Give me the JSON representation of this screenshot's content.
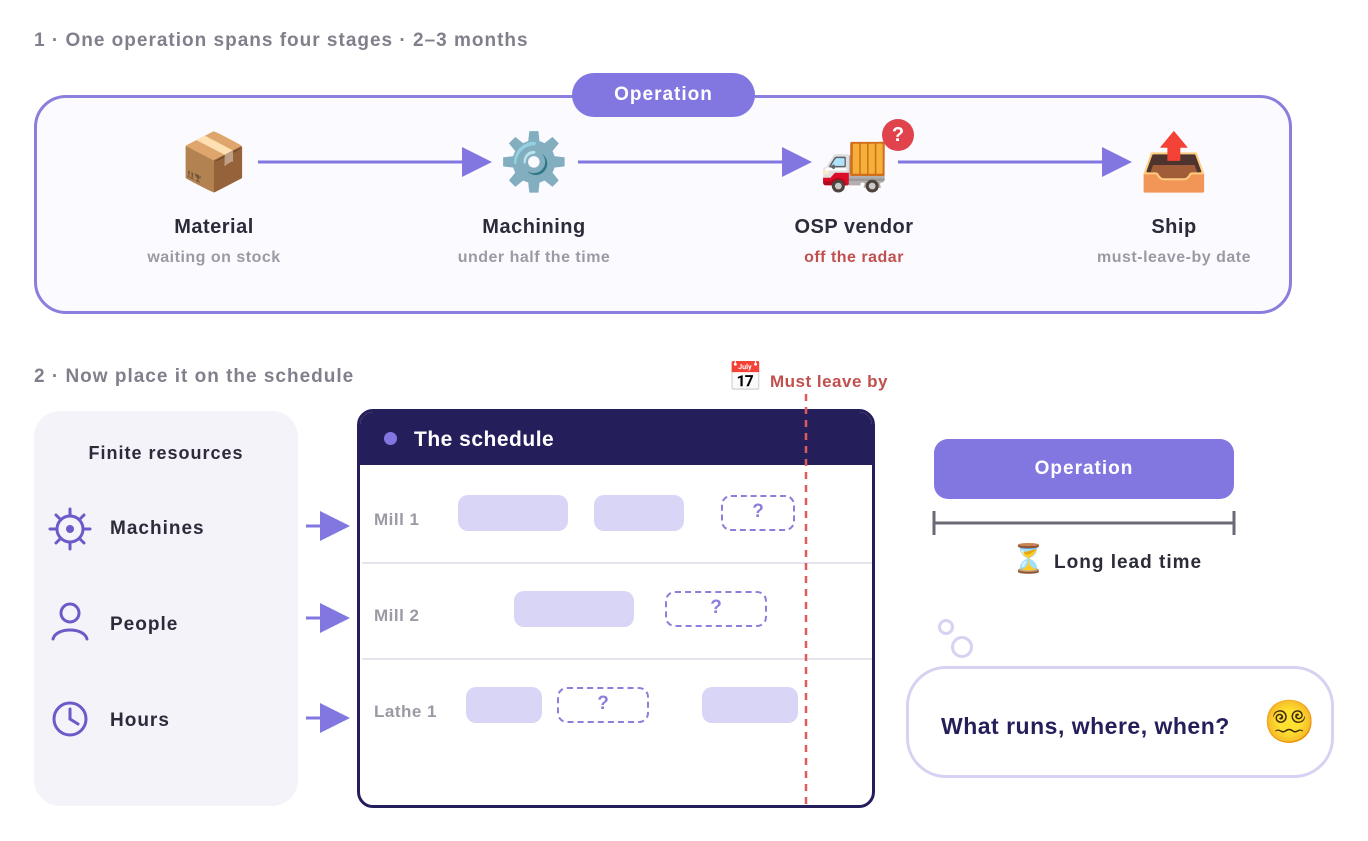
{
  "section1": {
    "title": "1 · One operation spans four stages · 2–3 months"
  },
  "operation_pill": "Operation",
  "stages": [
    {
      "icon": "📦",
      "icon_name": "package-icon",
      "name": "Material",
      "sub": "waiting on stock"
    },
    {
      "icon": "⚙️",
      "icon_name": "gear-icon",
      "name": "Machining",
      "sub": "under half the time"
    },
    {
      "icon": "🚚",
      "icon_name": "truck-icon",
      "name": "OSP vendor",
      "sub": "off the radar",
      "badge": "?"
    },
    {
      "icon": "📤",
      "icon_name": "outbox-tray-icon",
      "name": "Ship",
      "sub": "must-leave-by date"
    }
  ],
  "section2": {
    "title": "2 · Now place it on the schedule"
  },
  "resources": {
    "title": "Finite resources",
    "items": [
      {
        "label": "Machines",
        "icon": "machine-icon"
      },
      {
        "label": "People",
        "icon": "person-icon"
      },
      {
        "label": "Hours",
        "icon": "clock-icon"
      }
    ]
  },
  "schedule": {
    "title": "The schedule",
    "rows": [
      {
        "label": "Mill 1"
      },
      {
        "label": "Mill 2"
      },
      {
        "label": "Lathe 1"
      }
    ],
    "unknown_marker": "?",
    "must_leave_by": {
      "icon": "📅",
      "label": "Must leave by"
    }
  },
  "right": {
    "operation_label": "Operation",
    "lead_icon": "⏳",
    "lead_label": "Long lead time",
    "bubble_text": "What runs, where, when?",
    "bubble_emoji": "😵‍💫"
  },
  "colors": {
    "accent": "#8277e0",
    "navy": "#241f5a",
    "red": "#c0504d",
    "block": "#d8d5f7"
  }
}
